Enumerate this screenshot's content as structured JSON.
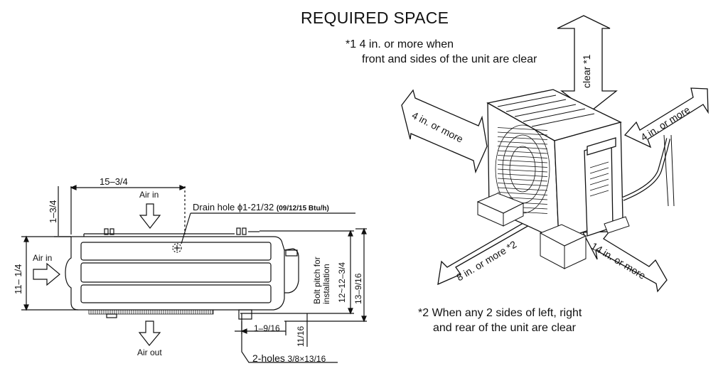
{
  "title": "REQUIRED SPACE",
  "notes": {
    "note1_line1": "*1 4 in. or more when",
    "note1_line2": "front and sides of the unit are clear",
    "note2_line1": "*2 When any 2 sides of left, right",
    "note2_line2": "and rear of the unit are clear"
  },
  "clearance_arrows": {
    "top": "clear *1",
    "left": "4 in. or more",
    "right": "4 in. or more",
    "front_left": "8 in. or more *2",
    "front_right": "14 in. or more"
  },
  "indoor_unit": {
    "dim_width": "15–3/4",
    "dim_top": "1–3/4",
    "dim_height": "11– 1/4",
    "air_in_top": "Air in",
    "air_in_left": "Air in",
    "air_out": "Air out",
    "drain_hole": "Drain hole ϕ1-21/32",
    "drain_hole_models": "(09/12/15 Btu/h)",
    "bolt_pitch_line1": "Bolt pitch for",
    "bolt_pitch_line2": "installation",
    "dim_bolt_pitch": "12~12–3/4",
    "dim_overall_height": "13–9/16",
    "dim_hole_offset": "1–9/16",
    "dim_bottom": "11/16",
    "holes_label": "2-holes",
    "holes_size": "3/8×13/16"
  }
}
